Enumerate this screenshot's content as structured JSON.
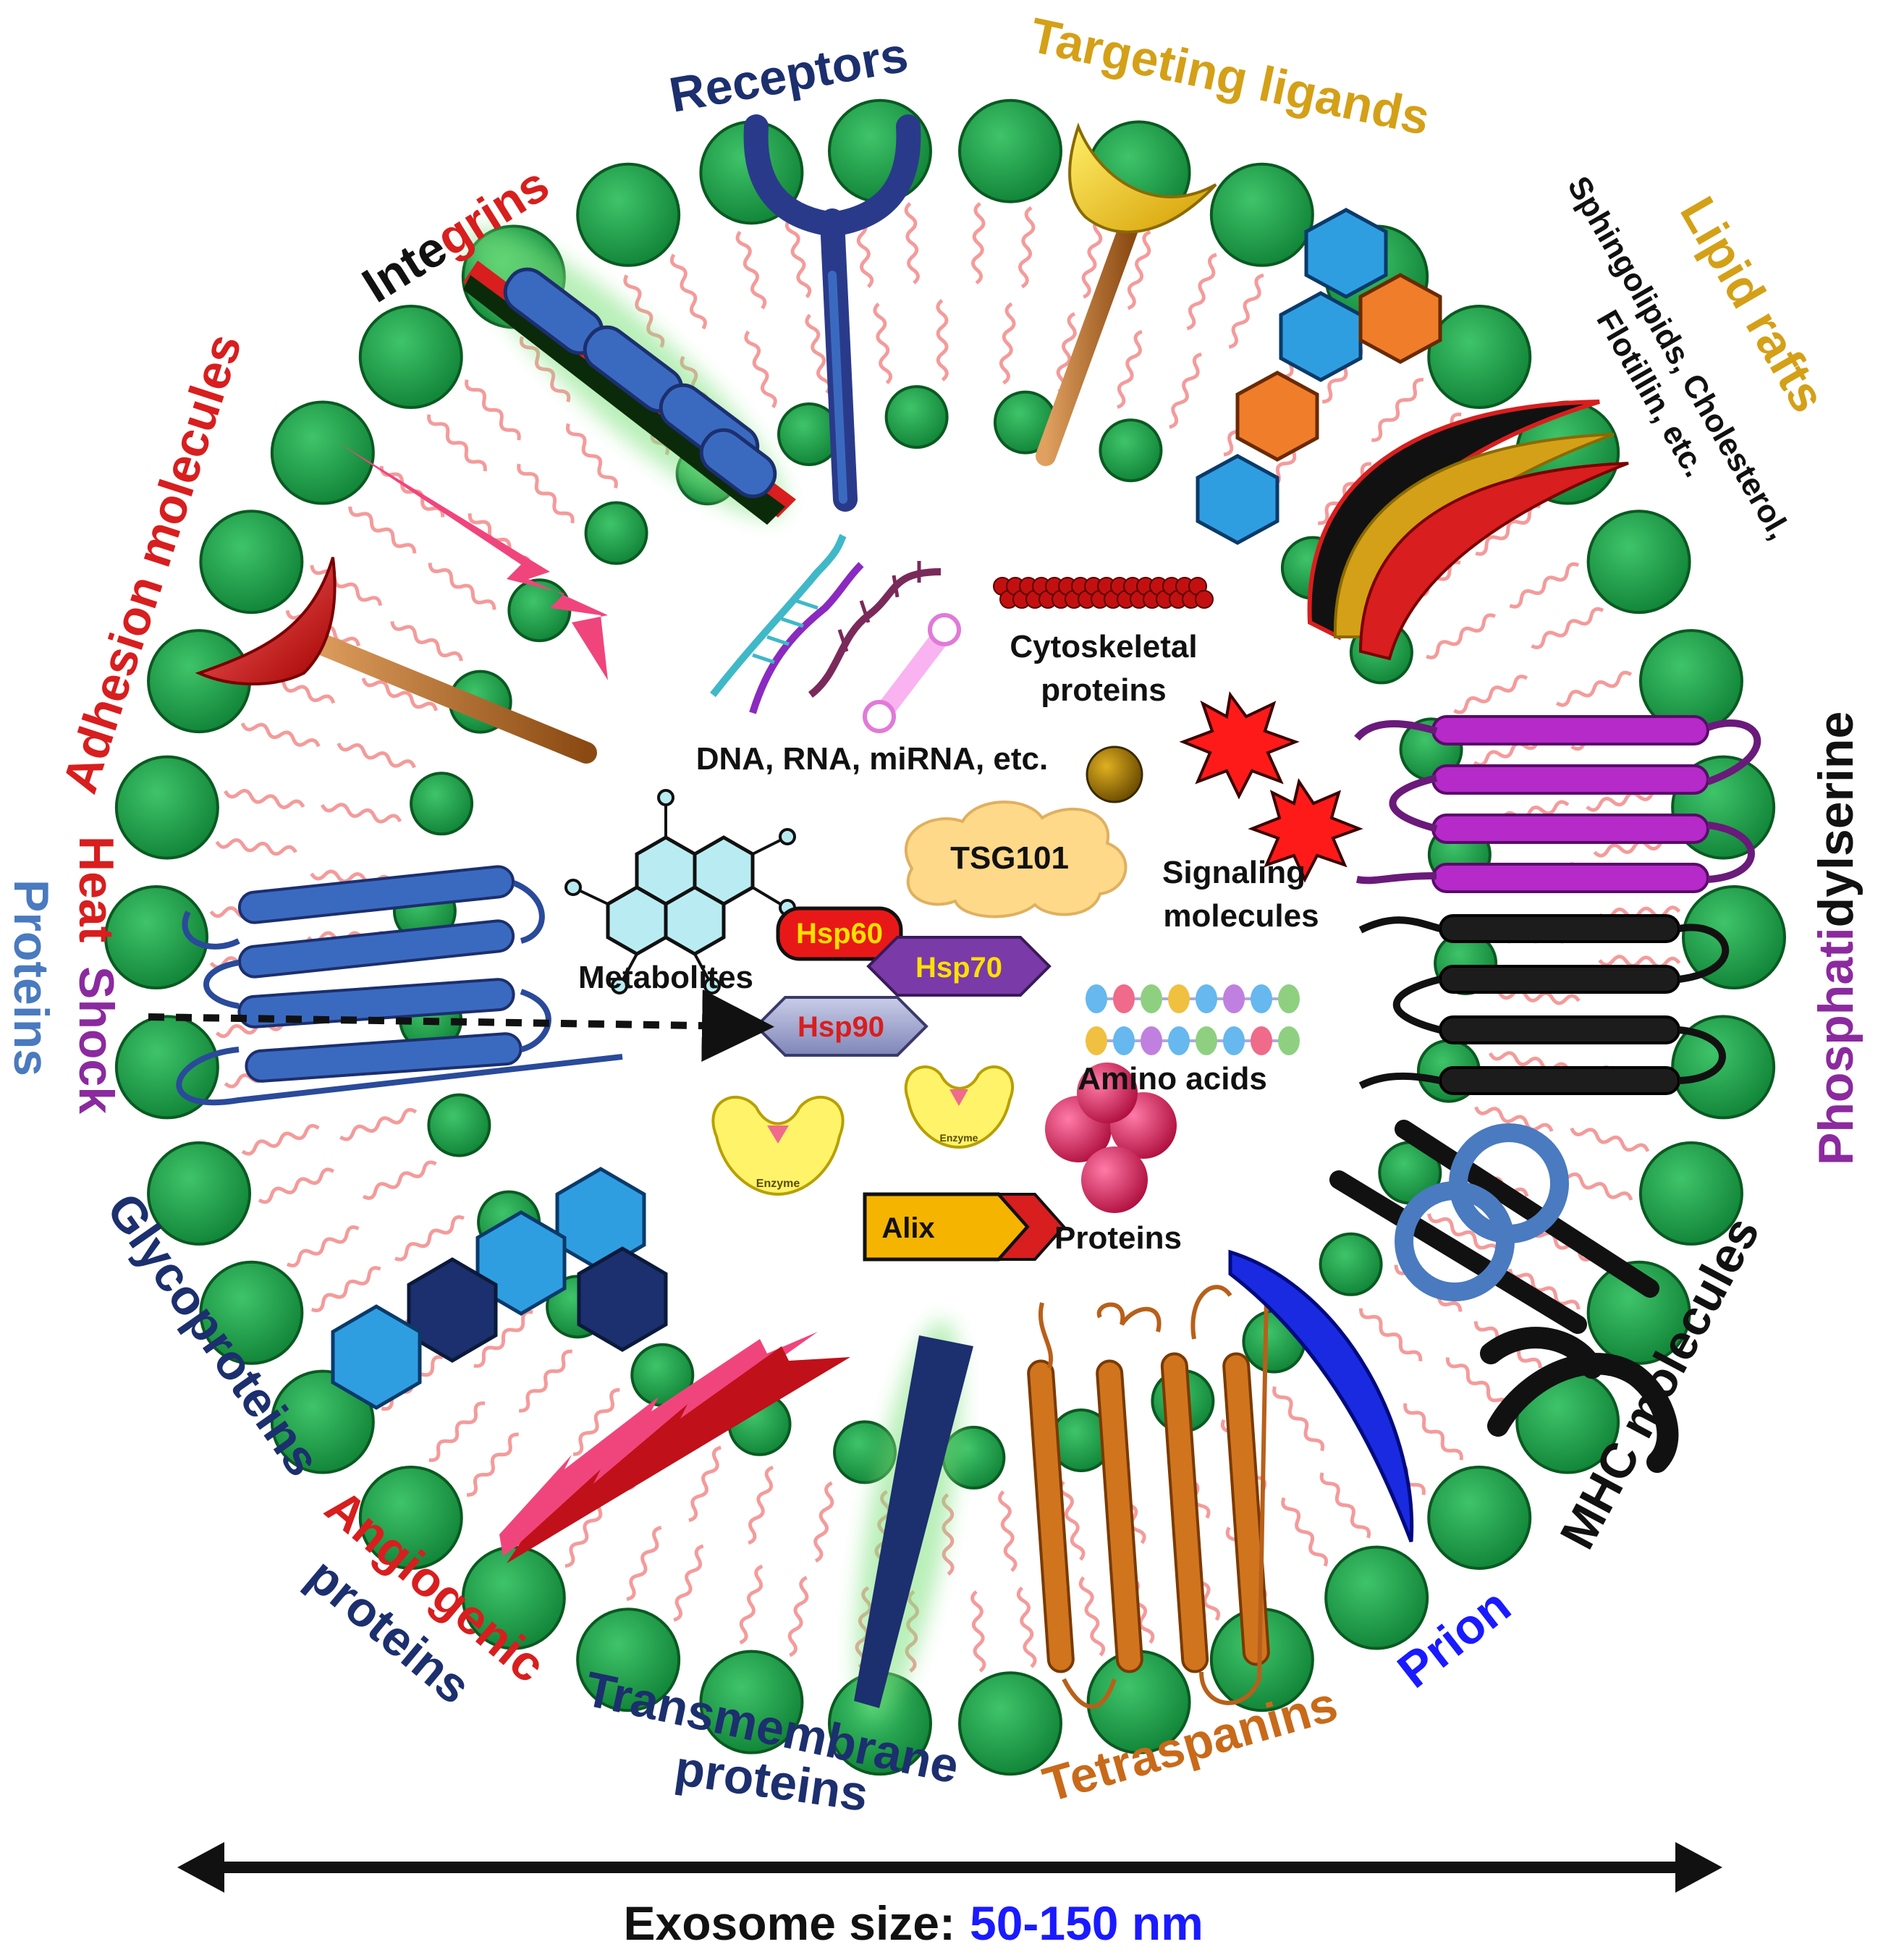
{
  "colors": {
    "head": "#1fa14a",
    "head_stroke": "#0a5a22",
    "tail": "#f08585",
    "navy": "#1c2f6e",
    "gold": "#d4a017",
    "red": "#d81e1e",
    "purple": "#8b2a9e",
    "blue_text": "#1a1aff",
    "orange": "#c86a1a",
    "black": "#111111",
    "steel": "#4a7abf"
  },
  "icons": [
    "receptor-y-icon",
    "ligand-cone-icon",
    "integrin-rod-icon",
    "adhesion-cone-icon",
    "angiogenic-bolt-icon",
    "glycan-hexagon-icon",
    "lipid-raft-arc-icon",
    "phosphatidylserine-ribbon-icon",
    "mhc-ring-icon",
    "prion-crescent-icon",
    "tetraspanin-ribbon-icon",
    "transmembrane-spike-icon",
    "heat-shock-ribbon-icon",
    "dna-helix-icon",
    "rna-strand-icon",
    "cytoskeleton-chain-icon",
    "signaling-starburst-icon",
    "metabolite-molecule-icon",
    "enzyme-icon",
    "amino-acid-beads-icon",
    "protein-cluster-icon"
  ],
  "labels": {
    "receptors": "Receptors",
    "targeting_ligands": "Targeting ligands",
    "lipid_rafts": "Lipid rafts",
    "lipid_rafts_sub1": "Sphingolipids, Cholesterol,",
    "lipid_rafts_sub2": "Flotillin, etc.",
    "integrins_a": "Inte",
    "integrins_b": "grins",
    "adhesion_molecules": "Adhesion molecules",
    "heat_a": "Heat",
    "heat_b": "Shock",
    "heat_c": "Proteins",
    "glycoproteins": "Glycoproteins",
    "angiogenic": "Angiogenic",
    "angiogenic_proteins": "proteins",
    "transmembrane": "Transmembrane",
    "transmembrane_proteins": "proteins",
    "tetraspanins": "Tetraspanins",
    "prion": "Prion",
    "mhc": "MHC molecules",
    "phospha_a": "Phosphati",
    "phospha_b": "dylserine"
  },
  "cargo": {
    "dna": "DNA, RNA, miRNA, etc.",
    "cyto1": "Cytoskeletal",
    "cyto2": "proteins",
    "tsg101": "TSG101",
    "signaling1": "Signaling",
    "signaling2": "molecules",
    "metabolites": "Metabolites",
    "hsp60": "Hsp60",
    "hsp70": "Hsp70",
    "hsp90": "Hsp90",
    "amino_acids": "Amino acids",
    "enzyme": "Enzyme",
    "alix": "Alix",
    "proteins": "Proteins"
  },
  "footer": {
    "size_label": "Exosome size:",
    "size_value": "50-150 nm"
  }
}
